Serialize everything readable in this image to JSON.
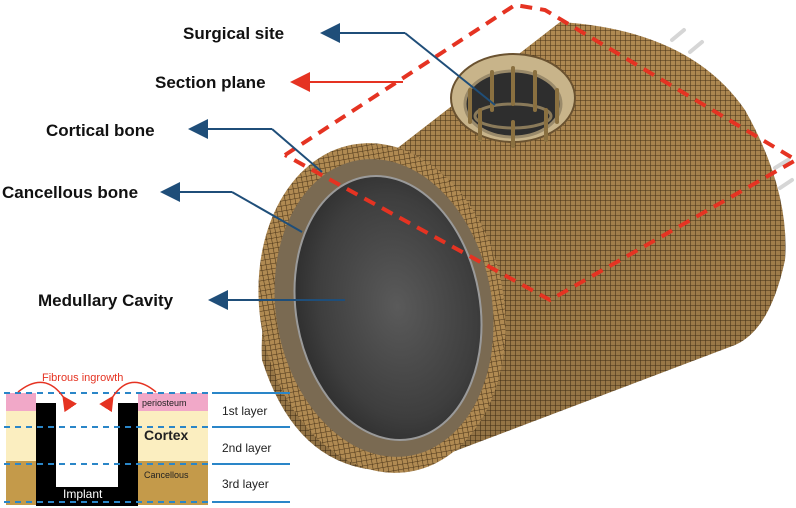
{
  "labels": {
    "surgical_site": "Surgical site",
    "section_plane": "Section plane",
    "cortical_bone": "Cortical bone",
    "cancellous_bone": "Cancellous bone",
    "medullary_cavity": "Medullary Cavity"
  },
  "inset": {
    "fibrous": "Fibrous ingrowth",
    "periosteum": "periosteum",
    "cortex": "Cortex",
    "cancellous": "Cancellous",
    "implant": "Implant",
    "layers": [
      "1st layer",
      "2nd layer",
      "3rd layer"
    ]
  },
  "colors": {
    "arrow_blue": "#1f4e79",
    "section_red": "#e53322",
    "mesh_brown": "#8a6a3a",
    "periosteum_pink": "#f1a8c8",
    "cortex_cream": "#fbeec0",
    "cancellous_brown": "#c49a4a",
    "layer_line_blue": "#2a86c8"
  }
}
